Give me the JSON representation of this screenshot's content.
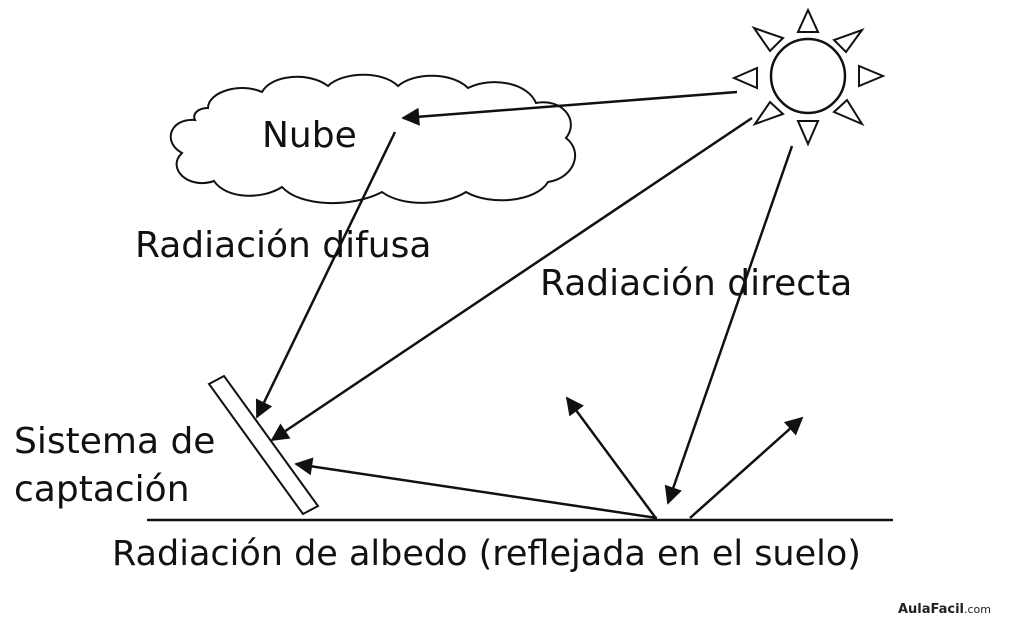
{
  "labels": {
    "nube": "Nube",
    "radiacion_difusa": "Radiación difusa",
    "radiacion_directa": "Radiación directa",
    "sistema_line1": "Sistema de",
    "sistema_line2": "captación",
    "radiacion_albedo": "Radiación de albedo (reflejada en el suelo)"
  },
  "watermark": {
    "brand": "AulaFacil",
    "suffix": ".com"
  },
  "colors": {
    "ink": "#111111",
    "background": "#ffffff"
  },
  "icons": {
    "sun": "sun-icon",
    "cloud": "cloud-icon"
  }
}
